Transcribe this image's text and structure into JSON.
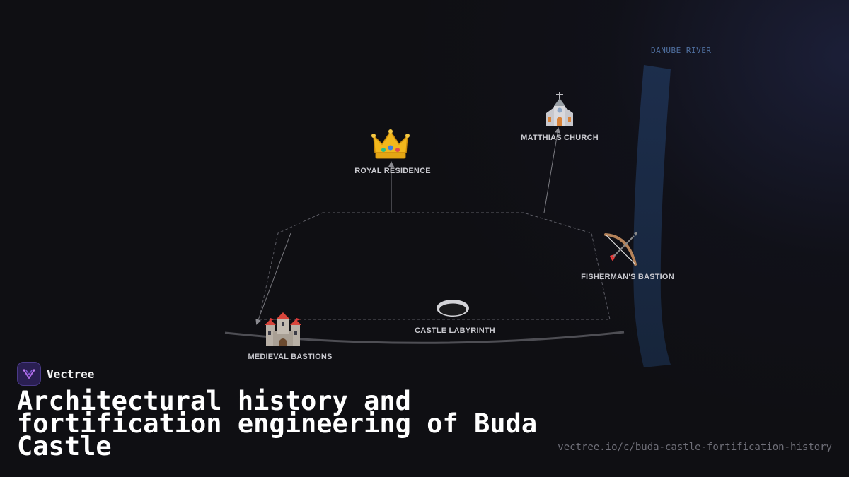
{
  "river": {
    "label": "DANUBE RIVER",
    "color": "#1b2c48"
  },
  "points": [
    {
      "id": "royal-residence",
      "label": "ROYAL RESIDENCE",
      "icon": "crown-icon"
    },
    {
      "id": "matthias-church",
      "label": "MATTHIAS CHURCH",
      "icon": "church-icon"
    },
    {
      "id": "fishermans-bastion",
      "label": "FISHERMAN'S BASTION",
      "icon": "bow-and-arrow-icon"
    },
    {
      "id": "castle-labyrinth",
      "label": "CASTLE LABYRINTH",
      "icon": "cave-opening-icon"
    },
    {
      "id": "medieval-bastions",
      "label": "MEDIEVAL BASTIONS",
      "icon": "castle-icon"
    }
  ],
  "brand": {
    "name": "Vectree",
    "logo_icon": "vectree-logo-icon"
  },
  "title": "Architectural history and fortification engineering of Buda Castle",
  "url": "vectree.io/c/buda-castle-fortification-history",
  "colors": {
    "background": "#0f0f13",
    "label": "#c9c9cf",
    "accent": "#2a1f52"
  }
}
